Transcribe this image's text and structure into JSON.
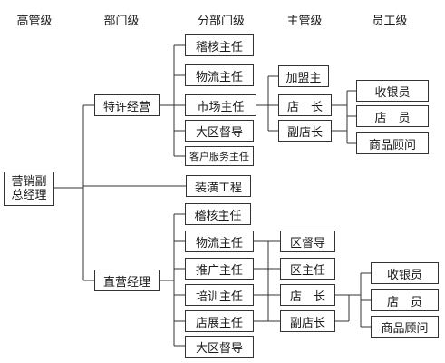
{
  "levels": {
    "top": "高管级",
    "department": "部门级",
    "branch": "分部门级",
    "supervisor": "主管级",
    "staff": "员工级"
  },
  "root": "营销副总经理",
  "franchise": {
    "label": "特许经营",
    "branches": [
      "稽核主任",
      "物流主任",
      "市场主任",
      "大区督导",
      "客户服务主任"
    ],
    "supervisors": [
      "加盟主",
      "店　长",
      "副店长"
    ],
    "staff": [
      "收银员",
      "店　员",
      "商品顾问"
    ]
  },
  "decoration": "装潢工程",
  "direct": {
    "label": "直营经理",
    "branches": [
      "稽核主任",
      "物流主任",
      "推广主任",
      "培训主任",
      "店展主任",
      "大区督导"
    ],
    "supervisors": [
      "区督导",
      "区主任",
      "店　长",
      "副店长"
    ],
    "staff": [
      "收银员",
      "店　员",
      "商品顾问"
    ]
  }
}
